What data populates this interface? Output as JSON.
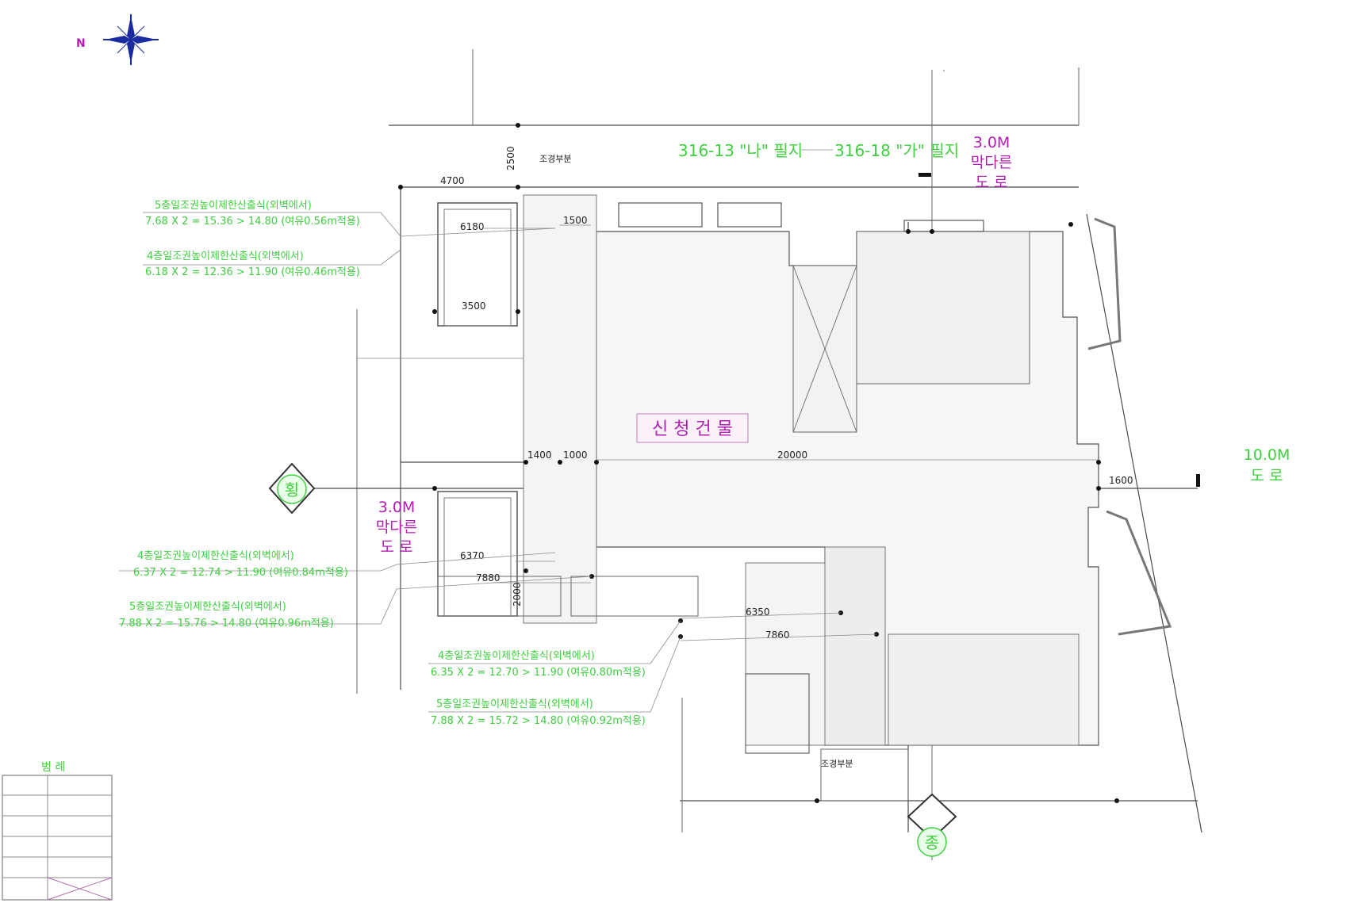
{
  "compass": {
    "north_label": "N"
  },
  "lots": {
    "left_lot": "316-13 \"나\" 필지",
    "right_lot": "316-18 \"가\" 필지"
  },
  "roads": {
    "top": [
      "3.0M",
      "막다른",
      "도 로"
    ],
    "left": [
      "3.0M",
      "막다른",
      "도 로"
    ],
    "right": [
      "10.0M",
      "도 로"
    ]
  },
  "building_label": "신 청 건 물",
  "section_markers": {
    "horizontal": "횡",
    "vertical": "종"
  },
  "landscape_labels": {
    "top": "조경부분",
    "bottom": "조경부분"
  },
  "dimensions": {
    "d4700": "4700",
    "d2500": "2500",
    "d6180": "6180",
    "d1500": "1500",
    "d3500": "3500",
    "d1400": "1400",
    "d1000": "1000",
    "d20000": "20000",
    "d1600": "1600",
    "d6370": "6370",
    "d7880_a": "7880",
    "d6350": "6350",
    "d7860": "7860",
    "d2000": "2000"
  },
  "annotations": {
    "top_left": [
      "5층일조권높이제한산출식(외벽에서)",
      "7.68 X 2 = 15.36 > 14.80 (여유0.56m적용)",
      "4층일조권높이제한산출식(외벽에서)",
      "6.18 X 2 = 12.36 > 11.90 (여유0.46m적용)"
    ],
    "bottom_left": [
      "4층일조권높이제한산출식(외벽에서)",
      "6.37 X 2 = 12.74 > 11.90 (여유0.84m적용)",
      "5층일조권높이제한산출식(외벽에서)",
      "7.88 X 2 = 15.76 > 14.80 (여유0.96m적용)"
    ],
    "bottom_mid": [
      "4층일조권높이제한산출식(외벽에서)",
      "6.35 X 2 = 12.70 > 11.90 (여유0.80m적용)",
      "5층일조권높이제한산출식(외벽에서)",
      "7.88 X 2 = 15.72 > 14.80 (여유0.92m적용)"
    ]
  },
  "legend": {
    "title": "범 례"
  }
}
